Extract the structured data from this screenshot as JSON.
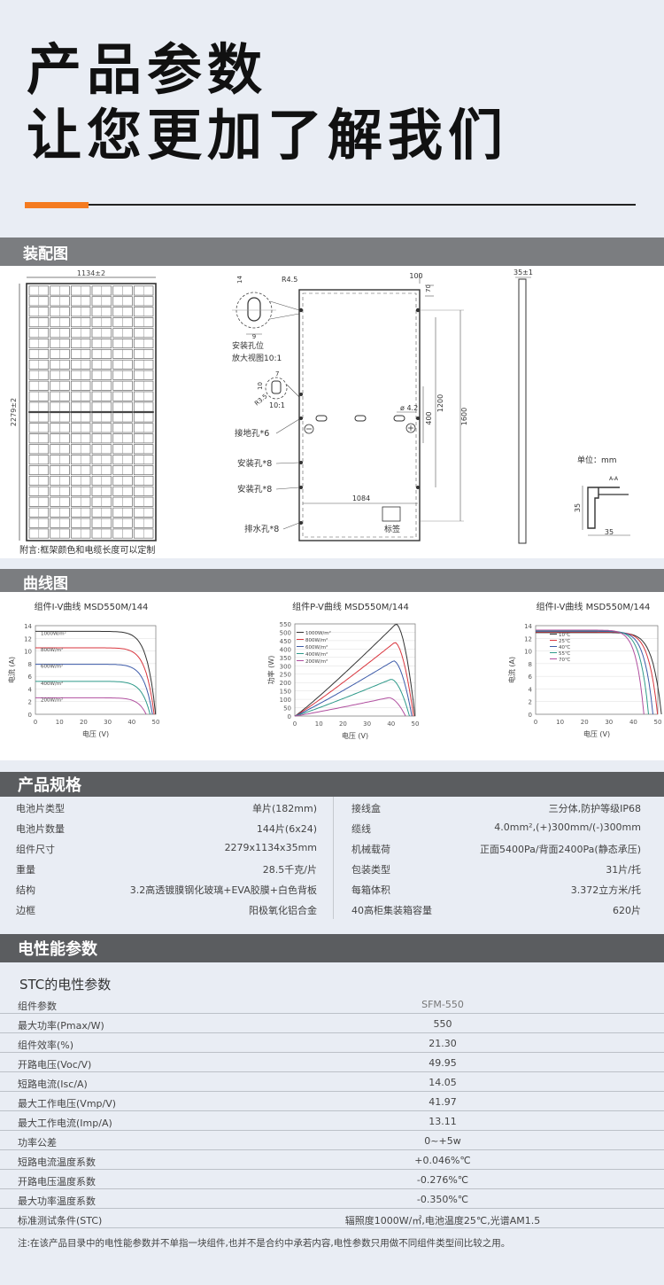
{
  "hero": {
    "line1": "产品参数",
    "line2": "让您更加了解我们"
  },
  "assembly": {
    "title": "装配图",
    "width_dim": "1134±2",
    "height_dim": "2279±2",
    "r45": "R4.5",
    "d14": "14",
    "d9": "9",
    "hole_pos": "安装孔位",
    "zoom": "放大视图10:1",
    "d7": "7",
    "d10": "10",
    "r35": "R3.5",
    "ratio": "10:1",
    "d100": "100",
    "d70": "70",
    "d42": "ø 4.2",
    "d400": "400",
    "d1200": "1200",
    "d1600": "1600",
    "d1084": "1084",
    "ground": "接地孔*6",
    "mount1": "安装孔*8",
    "mount2": "安装孔*8",
    "drain": "排水孔*8",
    "label": "标签",
    "frame_dim": "35±1",
    "unit": "单位：mm",
    "aa": "A-A",
    "d35v": "35",
    "d35h": "35",
    "footnote": "附言:框架颜色和电缆长度可以定制"
  },
  "curves": {
    "title": "曲线图",
    "chart_data": [
      {
        "type": "line",
        "title": "组件I-V曲线 MSD550M/144",
        "xlabel": "电压 (V)",
        "ylabel": "电流 (A)",
        "xlim": [
          0,
          50
        ],
        "ylim": [
          0,
          14
        ],
        "xticks": [
          "0",
          "10",
          "20",
          "30",
          "40",
          "50"
        ],
        "yticks": [
          "0",
          "2",
          "4",
          "6",
          "8",
          "10",
          "12",
          "14"
        ],
        "series": [
          {
            "name": "1000W/m²",
            "isc": 13.1,
            "voc": 49.9,
            "color": "#333333"
          },
          {
            "name": "800W/m²",
            "isc": 10.5,
            "voc": 49.3,
            "color": "#d9363e"
          },
          {
            "name": "600W/m²",
            "isc": 7.9,
            "voc": 48.6,
            "color": "#3d5ba9"
          },
          {
            "name": "400W/m²",
            "isc": 5.2,
            "voc": 47.6,
            "color": "#2f9a8a"
          },
          {
            "name": "200W/m²",
            "isc": 2.6,
            "voc": 46.0,
            "color": "#b04f9f"
          }
        ]
      },
      {
        "type": "line",
        "title": "组件P-V曲线 MSD550M/144",
        "xlabel": "电压 (V)",
        "ylabel": "功率 (W)",
        "xlim": [
          0,
          50
        ],
        "ylim": [
          0,
          550
        ],
        "xticks": [
          "0",
          "10",
          "20",
          "30",
          "40",
          "50"
        ],
        "yticks": [
          "0",
          "50",
          "100",
          "150",
          "200",
          "250",
          "300",
          "350",
          "400",
          "450",
          "500",
          "550"
        ],
        "series": [
          {
            "name": "1000W/m²",
            "pmax": 550,
            "vmp": 42,
            "voc": 49.9,
            "color": "#333333"
          },
          {
            "name": "800W/m²",
            "pmax": 440,
            "vmp": 41.5,
            "voc": 49.3,
            "color": "#d9363e"
          },
          {
            "name": "600W/m²",
            "pmax": 330,
            "vmp": 41,
            "voc": 48.6,
            "color": "#3d5ba9"
          },
          {
            "name": "400W/m²",
            "pmax": 220,
            "vmp": 40,
            "voc": 47.6,
            "color": "#2f9a8a"
          },
          {
            "name": "200W/m²",
            "pmax": 110,
            "vmp": 39,
            "voc": 46.0,
            "color": "#b04f9f"
          }
        ]
      },
      {
        "type": "line",
        "title": "组件I-V曲线 MSD550M/144",
        "xlabel": "电压 (V)",
        "ylabel": "电流 (A)",
        "xlim": [
          0,
          50
        ],
        "ylim": [
          0,
          14
        ],
        "xticks": [
          "0",
          "10",
          "20",
          "30",
          "40",
          "50"
        ],
        "yticks": [
          "0",
          "2",
          "4",
          "6",
          "8",
          "10",
          "12",
          "14"
        ],
        "series": [
          {
            "name": "10℃",
            "isc": 12.9,
            "voc": 51.5,
            "color": "#333333"
          },
          {
            "name": "25℃",
            "isc": 13.0,
            "voc": 49.9,
            "color": "#d9363e"
          },
          {
            "name": "40℃",
            "isc": 13.1,
            "voc": 48.0,
            "color": "#3d5ba9"
          },
          {
            "name": "55℃",
            "isc": 13.2,
            "voc": 46.2,
            "color": "#2f9a8a"
          },
          {
            "name": "70℃",
            "isc": 13.3,
            "voc": 44.3,
            "color": "#b04f9f"
          }
        ]
      }
    ]
  },
  "spec": {
    "title": "产品规格",
    "rows": [
      {
        "lk": "电池片类型",
        "lv": "单片(182mm)",
        "rk": "接线盒",
        "rv": "三分体,防护等级IP68"
      },
      {
        "lk": "电池片数量",
        "lv": "144片(6x24)",
        "rk": "缆线",
        "rv": "4.0mm²,(+)300mm/(-)300mm"
      },
      {
        "lk": "组件尺寸",
        "lv": "2279x1134x35mm",
        "rk": "机械载荷",
        "rv": "正面5400Pa/背面2400Pa(静态承压)"
      },
      {
        "lk": "重量",
        "lv": "28.5千克/片",
        "rk": "包装类型",
        "rv": "31片/托"
      },
      {
        "lk": "结构",
        "lv": "3.2高透镀膜钢化玻璃+EVA胶膜+白色背板",
        "rk": "每箱体积",
        "rv": "3.372立方米/托"
      },
      {
        "lk": "边框",
        "lv": "阳极氧化铝合金",
        "rk": "40高柜集装箱容量",
        "rv": "620片"
      }
    ]
  },
  "elec": {
    "title": "电性能参数",
    "subtitle": "STC的电性参数",
    "rows": [
      {
        "k": "组件参数",
        "v": "SFM-550"
      },
      {
        "k": "最大功率(Pmax/W)",
        "v": "550"
      },
      {
        "k": "组件效率(%)",
        "v": "21.30"
      },
      {
        "k": "开路电压(Voc/V)",
        "v": "49.95"
      },
      {
        "k": "短路电流(Isc/A)",
        "v": "14.05"
      },
      {
        "k": "最大工作电压(Vmp/V)",
        "v": "41.97"
      },
      {
        "k": "最大工作电流(Imp/A)",
        "v": "13.11"
      },
      {
        "k": "功率公差",
        "v": "0~+5w"
      },
      {
        "k": "短路电流温度系数",
        "v": "+0.046%℃"
      },
      {
        "k": "开路电压温度系数",
        "v": "-0.276%℃"
      },
      {
        "k": "最大功率温度系数",
        "v": "-0.350%℃"
      },
      {
        "k": "标准测试条件(STC)",
        "v": "辐照度1000W/㎡,电池温度25℃,光谱AM1.5"
      }
    ],
    "note": "注:在该产品目录中的电性能参数并不单指一块组件,也并不是合约中承若内容,电性参数只用做不同组件类型间比较之用。"
  }
}
